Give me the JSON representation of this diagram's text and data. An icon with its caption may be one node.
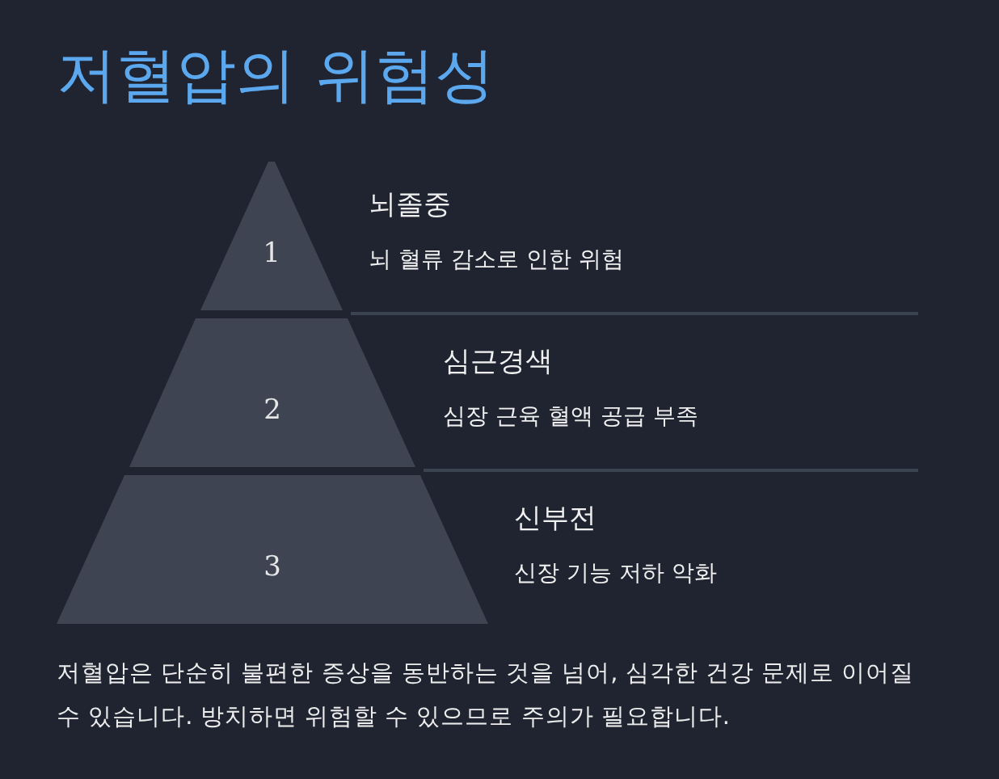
{
  "diagram": {
    "title": "저혈압의 위험성",
    "nodes": [
      {
        "text": [
          "1"
        ],
        "beside": [
          "뇌졸중",
          "뇌 혈류 감소로 인한 위험"
        ]
      },
      {
        "text": [
          "2"
        ],
        "beside": [
          "심근경색",
          "심장 근육 혈액 공급 부족"
        ]
      },
      {
        "text": [
          "3"
        ],
        "beside": [
          "신부전",
          "신장 기능 저하 악화"
        ]
      }
    ],
    "edges": [],
    "caption": "저혈압은 단순히 불편한 증상을 동반하는 것을 넘어, 심각한 건강 문제로 이어질 수 있습니다. 방치하면 위험할 수 있으므로 주의가 필요합니다."
  }
}
